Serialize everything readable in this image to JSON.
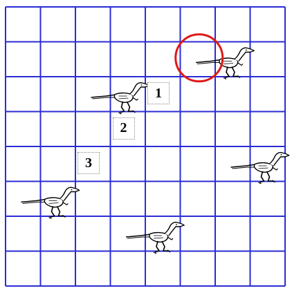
{
  "board": {
    "rows": 8,
    "cols": 8,
    "grid_color": "#2b2bd6",
    "background": "#ffffff",
    "target_marker_color": "#e01818",
    "piece_icon": "velociraptor-icon",
    "pieces": [
      {
        "name": "raptor-top-right",
        "row": 1,
        "col": 6,
        "facing": "right"
      },
      {
        "name": "raptor-center",
        "row": 2,
        "col": 3,
        "facing": "right"
      },
      {
        "name": "raptor-right",
        "row": 4,
        "col": 7,
        "facing": "right"
      },
      {
        "name": "raptor-left",
        "row": 5,
        "col": 1,
        "facing": "right"
      },
      {
        "name": "raptor-bottom",
        "row": 6,
        "col": 4,
        "facing": "right"
      }
    ],
    "target": {
      "row": 1,
      "col": 5
    },
    "move_labels": [
      {
        "label": "1",
        "row": 2,
        "col": 4
      },
      {
        "label": "2",
        "row": 3,
        "col": 3
      },
      {
        "label": "3",
        "row": 4,
        "col": 2
      }
    ]
  }
}
